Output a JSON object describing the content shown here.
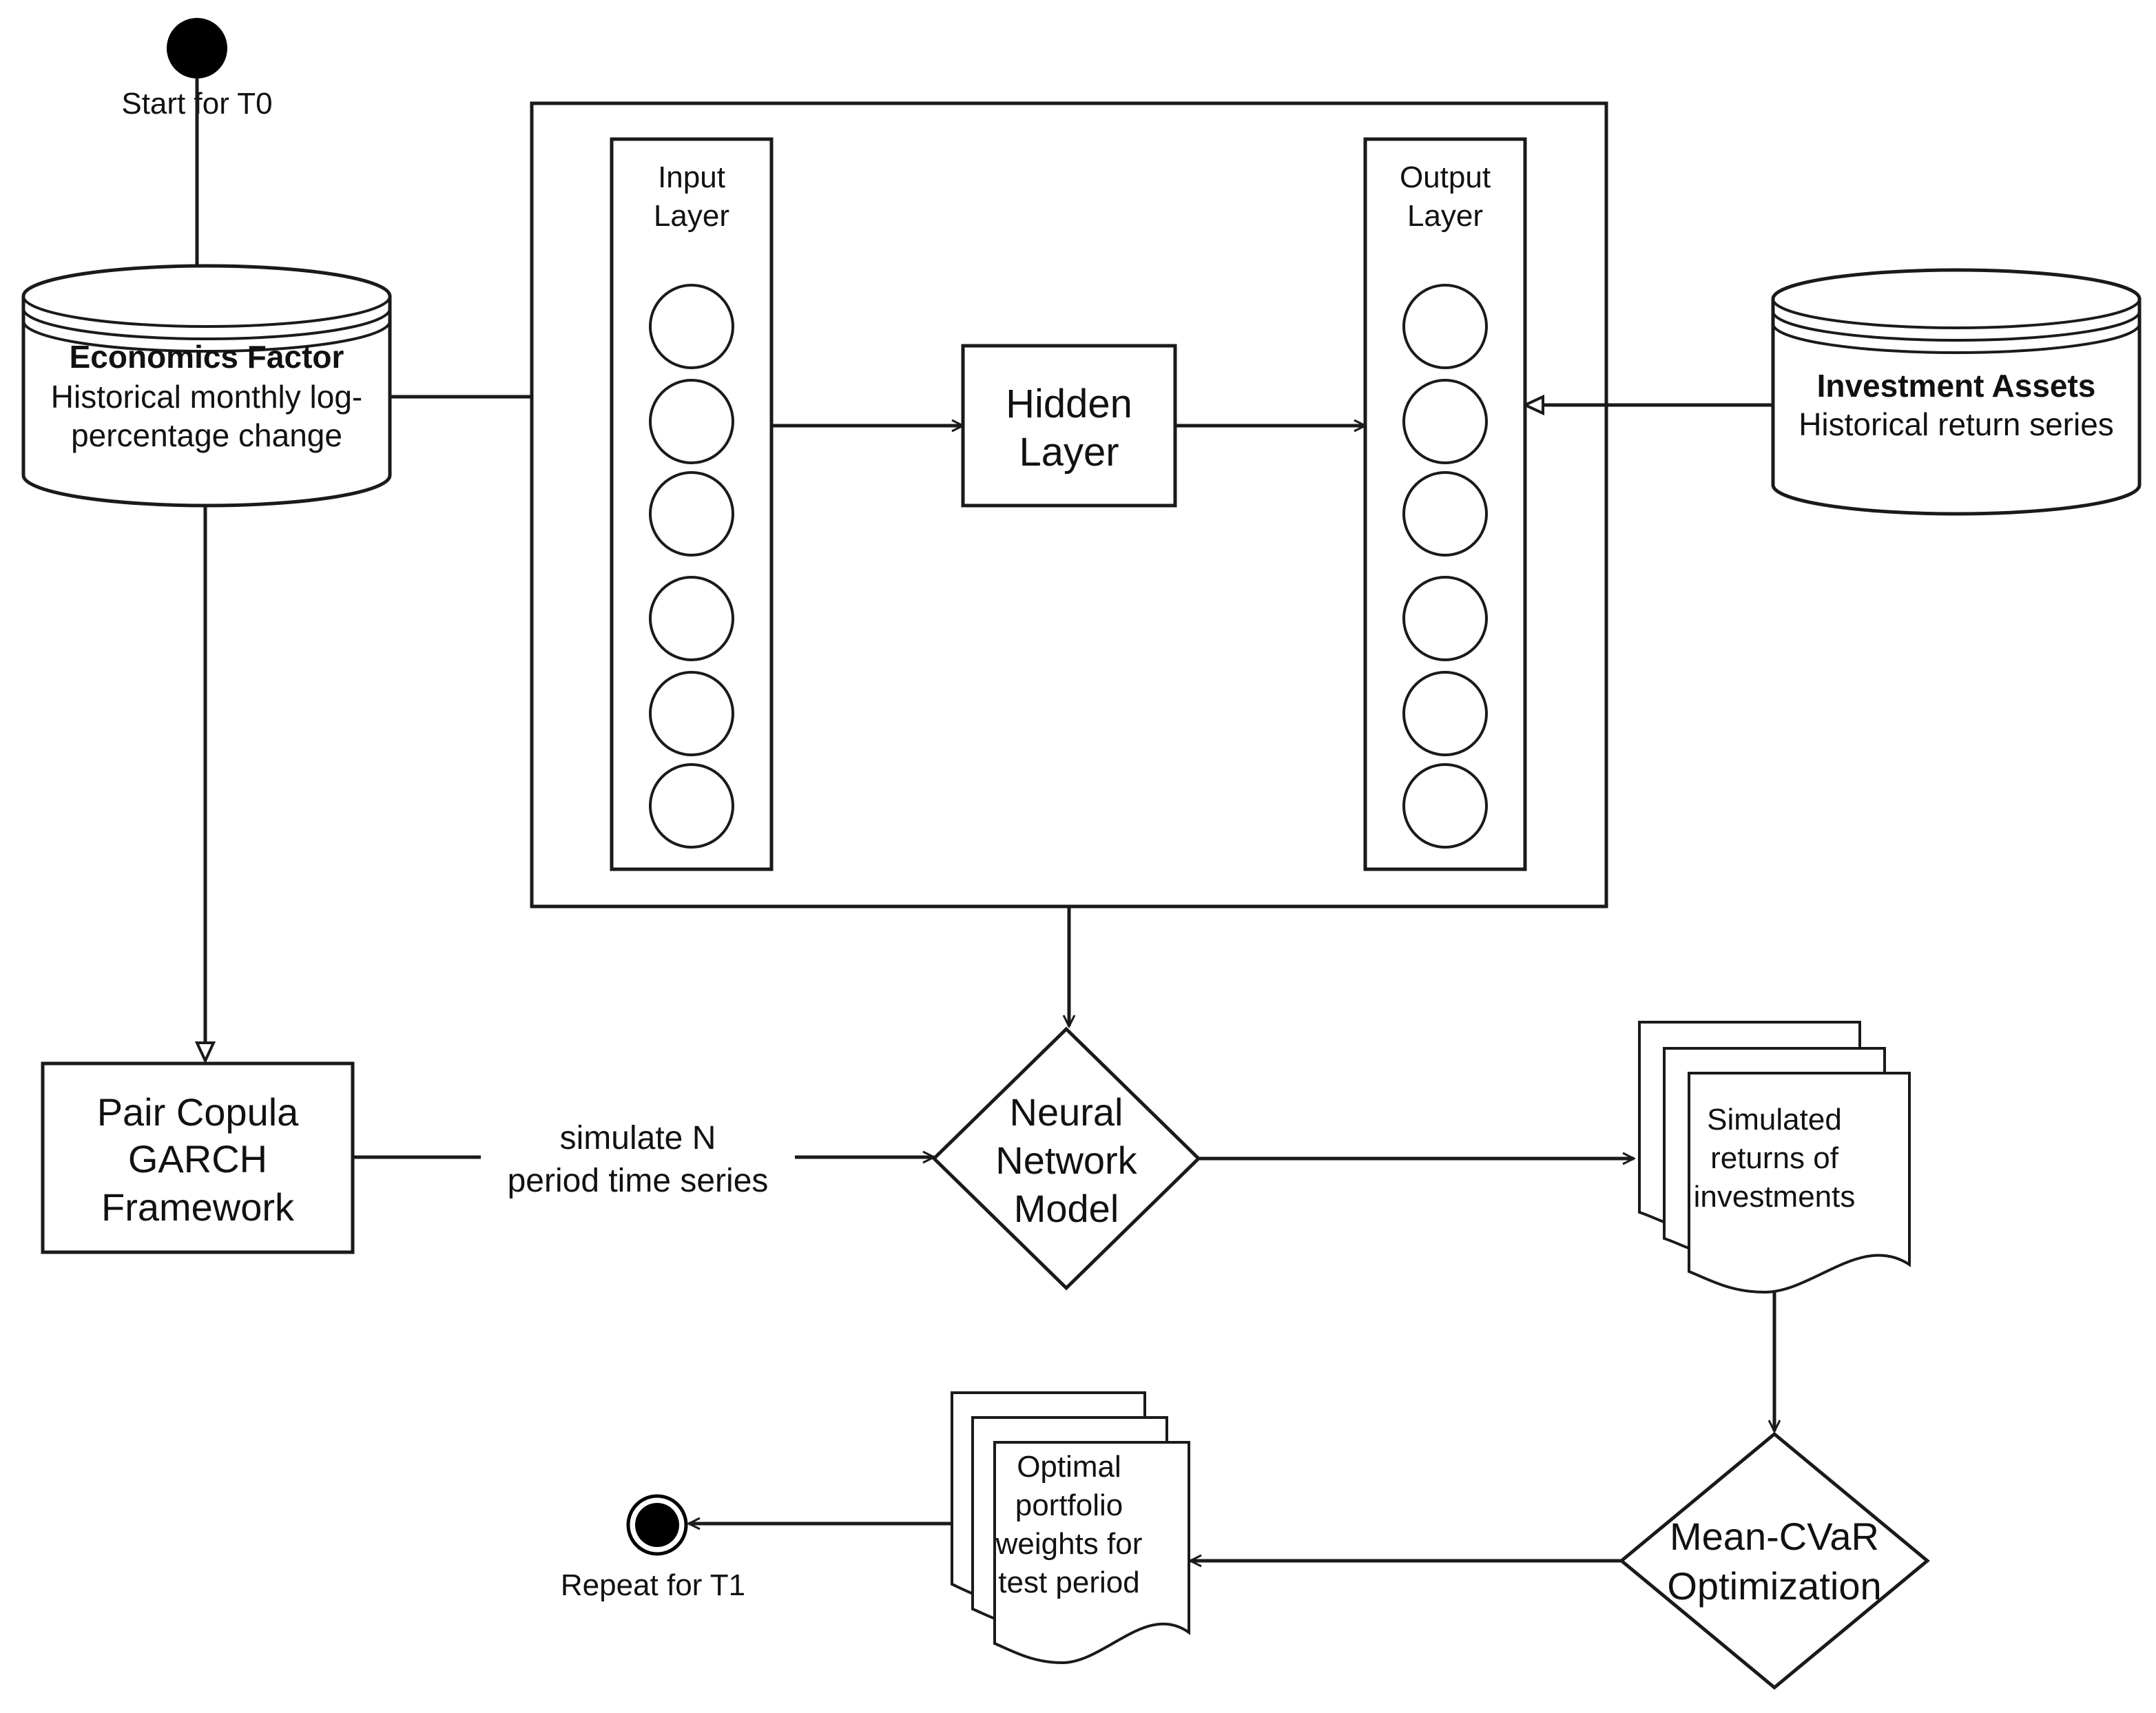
{
  "start": {
    "label": "Start for T0"
  },
  "end": {
    "label": "Repeat for T1"
  },
  "economics": {
    "title": "Economics Factor",
    "line1": "Historical monthly log-",
    "line2": "percentage change"
  },
  "investment": {
    "title": "Investment Assets",
    "line1": "Historical return series"
  },
  "nn_panel": {
    "input_layer": {
      "line1": "Input",
      "line2": "Layer"
    },
    "output_layer": {
      "line1": "Output",
      "line2": "Layer"
    },
    "hidden_layer": {
      "line1": "Hidden",
      "line2": "Layer"
    }
  },
  "copula": {
    "line1": "Pair Copula",
    "line2": "GARCH",
    "line3": "Framework"
  },
  "simulate_label": {
    "line1": "simulate N",
    "line2": "period time series"
  },
  "nn_model": {
    "line1": "Neural",
    "line2": "Network",
    "line3": "Model"
  },
  "simulated_returns": {
    "line1": "Simulated",
    "line2": "returns of",
    "line3": "investments"
  },
  "mean_cvar": {
    "line1": "Mean-CVaR",
    "line2": "Optimization"
  },
  "optimal_weights": {
    "line1": "Optimal",
    "line2": "portfolio",
    "line3": "weights for",
    "line4": "test period"
  }
}
